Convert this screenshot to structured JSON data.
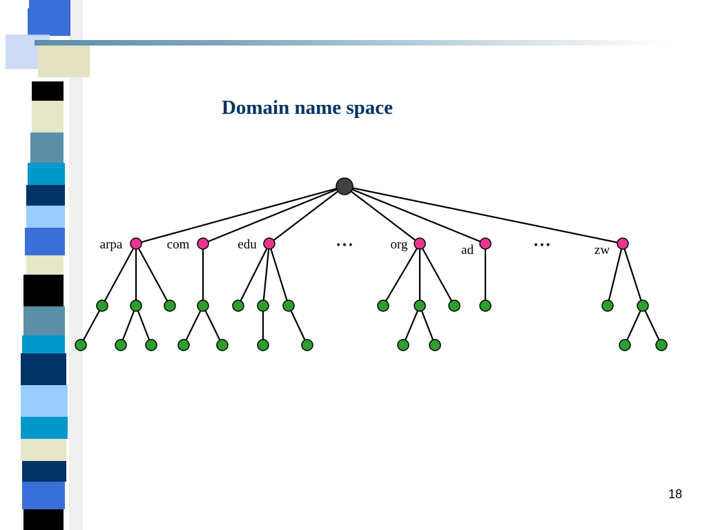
{
  "slide": {
    "title": "Domain name space",
    "page_number": "18"
  },
  "diagram": {
    "top_level_labels": [
      "arpa",
      "com",
      "edu",
      "org",
      "ad",
      "zw"
    ],
    "ellipsis": "• • •",
    "colors": {
      "root": "#404040",
      "top_level_node": "#e8368f",
      "leaf_node": "#2e9e2e",
      "edge": "#000000"
    }
  },
  "decoration": {
    "stripe_colors": [
      "#3a6fd8",
      "#ffffff",
      "#000000",
      "#e6e6c8",
      "#5b8fa8",
      "#0099cc",
      "#003366",
      "#99ccff"
    ]
  }
}
